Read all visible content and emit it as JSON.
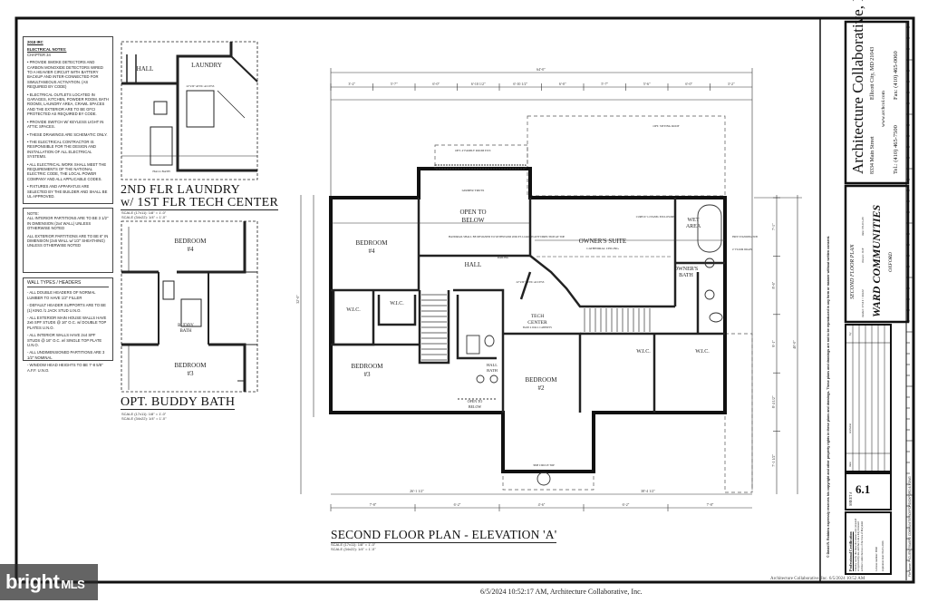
{
  "notes": {
    "electrical": {
      "code": "2018 IRC",
      "heading": "ELECTRICAL NOTES:",
      "chapter": "CHAPTER 34",
      "items": [
        "• PROVIDE SMOKE DETECTORS AND CARBON MONOXIDE DETECTORS WIRED TO A HEAVIER CIRCUIT WITH BATTERY BACKUP AND INTER-CONNECTED FOR SIMULTANEOUS ACTIVATION. (AS REQUIRED BY CODE)",
        "• ELECTRICAL OUTLETS LOCATED IN GARAGES, KITCHEN, POWDER ROOM, BATH ROOMS, LAUNDRY AREA, CRAWL SPACES AND THE EXTERIOR ARE TO BE GFCI PROTECTED AS REQUIRED BY CODE.",
        "• PROVIDE SWITCH W/ KEYLESS LIGHT IN ATTIC SPACES.",
        "• THESE DRAWINGS ARE SCHEMATIC ONLY.",
        "• THE ELECTRICAL CONTRACTOR IS RESPONSIBLE FOR THE DESIGN AND INSTALLATION OF ALL ELECTRICAL SYSTEMS.",
        "• ALL ELECTRICAL WORK SHALL MEET THE REQUIREMENTS OF THE NATIONAL ELECTRIC CODE, THE LOCAL POWER COMPANY AND ALL APPLICABLE CODES.",
        "• FIXTURES AND APPARATUS ARE SELECTED BY THE BUILDER AND SHALL BE UL APPROVED."
      ]
    },
    "partitions": {
      "heading": "NOTE:",
      "items": [
        "ALL INTERIOR PARTITIONS ARE TO BE 3 1/2\" IN DIMENSION (2x4 WALL) UNLESS OTHERWISE NOTED",
        "ALL EXTERIOR PARTITIONS ARE TO BE 6\" IN DIMENSION (2x6 WALL w/ 1/2\" SHEATHING) UNLESS OTHERWISE NOTED"
      ]
    },
    "wall_types": {
      "heading": "WALL TYPES / HEADERS",
      "items": [
        "- ALL DOUBLE HEADERS OF NORMAL LUMBER TO HAVE 1/2\" FILLER",
        "- DEFAULT HEADER SUPPORTS ARE TO BE (1) KING /1 JACK STUD U.N.O.",
        "- ALL EXTERIOR MAIN HOUSE WALLS HAVE 2x6 SPF STUDS @ 16\" O.C. w/ DOUBLE TOP PLATES U.N.O.",
        "- ALL INTERIOR WALLS HAVE 2x4 SPF STUDS @ 16\" O.C. w/ SINGLE TOP PLATE U.N.O.",
        "- ALL UNDIMENSIONED PARTITIONS ARE 3 1/2\" NOMINAL",
        "- WINDOW HEAD HEIGHTS TO BE 7'-8 5/8\" A.F.F. U.N.O."
      ]
    }
  },
  "insets": {
    "laundry": {
      "title_line1": "2ND FLR LAUNDRY",
      "title_line2": "w/ 1ST FLR TECH CENTER",
      "scale": "SCALE (17x11): 1/8\" = 1'-0\"\nSCALE (34x22): 1/4\" = 1'-0\"",
      "rooms": {
        "hall": "HALL",
        "laundry": "LAUNDRY",
        "attic": "22\"x30\" ATTIC ACCESS",
        "bath": "HALL BATH"
      }
    },
    "buddy_bath": {
      "title": "OPT. BUDDY BATH",
      "scale": "SCALE (17x11): 1/8\" = 1'-0\"\nSCALE (34x22): 1/4\" = 1'-0\"",
      "rooms": {
        "bedroom4": "BEDROOM",
        "bedroom4_num": "#4",
        "buddy": "BUDDY",
        "buddy2": "BATH",
        "bedroom3": "BEDROOM",
        "bedroom3_num": "#3"
      }
    }
  },
  "plan": {
    "title": "SECOND FLOOR PLAN - ELEVATION 'A'",
    "scale": "SCALE (17x11): 1/8\" = 1'-0\"\nSCALE (34x22): 1/4\" = 1'-0\"",
    "rooms": {
      "bedroom4": "BEDROOM",
      "bedroom4_num": "#4",
      "open_below": "OPEN TO",
      "open_below2": "BELOW",
      "girder_truss": "GIRDER TRUSS",
      "handrail": "HANDRAIL SHALL BE DESIGNED TO WITHSTAND 200# PT. LOAD IN ANY DIRECTION AT TOP",
      "owners_suite": "OWNER'S SUITE",
      "cathedral": "CATHEDRAL CEILING",
      "wet_area": "WET",
      "wet_area2": "AREA",
      "owners_bath": "OWNER'S",
      "owners_bath2": "BATH",
      "hall": "HALL",
      "railing": "RAILING",
      "wic1": "W.I.C.",
      "wic2": "W.I.C.",
      "wic3": "W.I.C.",
      "wic4": "W.I.C.",
      "tech": "TECH",
      "tech2": "CENTER",
      "tech3": "BASE 4 WALL CABINETS",
      "attic": "22\"x30\" ATTIC ACCESS",
      "bedroom3": "BEDROOM",
      "bedroom3_num": "#3",
      "hall_bath": "HALL",
      "hall_bath2": "BATH",
      "bedroom2": "BEDROOM",
      "bedroom2_num": "#2",
      "open_below_b": "OPEN TO",
      "open_below_b2": "BELOW",
      "circle_top": "3068 CIRCLE TOP",
      "fam_ext": "OPT. 4' FAMILY ROOM EXT.",
      "sitting_roof": "OPT. SITTING ROOF",
      "tub": "FREE STANDING TUB",
      "drain": "4\" FLOOR DRAIN",
      "curb": "CURB W/ 1/2 PANEL ENCLOSURE"
    },
    "dimensions": {
      "overall_top": "64'-0\"",
      "overall_right": "40'-0\"",
      "overall_left": "32'-0\"",
      "bottom_left": "26'-1 1/2\"",
      "bottom_right": "38'-4 1/2\"",
      "top_segments": [
        "3'-2\"",
        "5'-7\"",
        "6'-0\"",
        "6'-10 1/2\"",
        "6'-10 1/2\"",
        "6'-0\"",
        "5'-7\"",
        "5'-6\"",
        "6'-0\"",
        "3'-2\""
      ],
      "right_segments": [
        "7'-1\"",
        "8'-6\"",
        "9'-1\"",
        "8'-4 1/2\"",
        "7'-1 1/2\""
      ],
      "bottom_segments": [
        "7'-8\"",
        "6'-2\"",
        "4'-6\"",
        "6'-2\"",
        "7'-8\""
      ]
    }
  },
  "title_block": {
    "company": "Architecture Collaborative, Inc.",
    "address": "8334 Main Street",
    "city": "Ellicott City, MD 21043",
    "web": "www.archcol.com",
    "tel": "Tel.: (410) 465-7500",
    "fax": "Fax: (410) 465-0060",
    "copyright": "© David R. Robbins expressly reserves his copyright and other property rights in these plans and drawings. These plans and drawings are not to be reproduced in any form or manner without written consent.",
    "drawing_title": "SECOND FLOOR PLAN",
    "drawn": "drawn: JGT",
    "date": "date: 05-01-20",
    "model": "model: 17x11 / 34x22",
    "client": "WARD COMMUNITIES",
    "project": "OXFORD",
    "revision_headers": [
      "date",
      "revision",
      "by"
    ],
    "sheet_label": "SHEET #",
    "sheet_number": "6.1",
    "certification_heading": "Professional Certification",
    "certification_text": "I hereby certify that these documents were prepared or approved by me, and that I am a duly licensed architect under the laws of the State of Maryland.",
    "license": "License number: 9068",
    "expiration": "expiration date: 06-03-2026",
    "file_name": "File Name: F:\\CLIENTS\\WARD COMMUNITIES\\OXFORD\\OXFORD-6.1.DWG"
  },
  "footer": {
    "stamp": "Architecture Collaborative, Inc. 6/5/2024 10:52 AM",
    "print": "6/5/2024 10:52:17 AM, Architecture Collaborative, Inc."
  },
  "watermark": {
    "brand": "bright",
    "suffix": "MLS"
  }
}
